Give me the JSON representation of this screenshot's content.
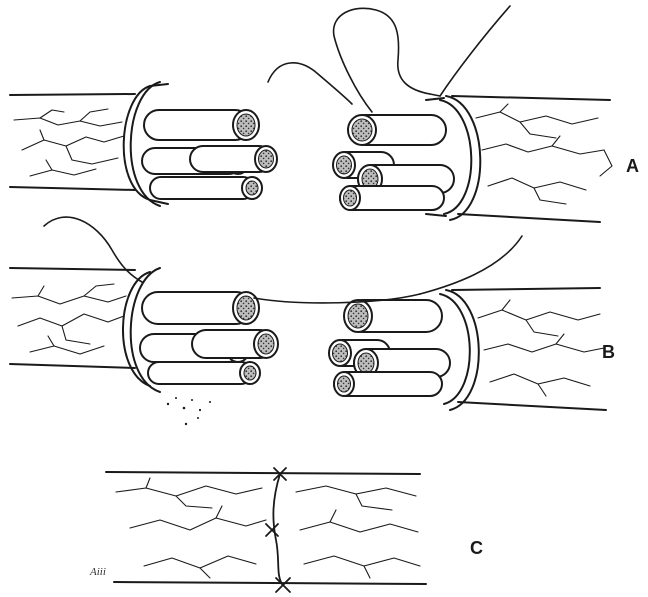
{
  "figure": {
    "labels": {
      "a": "A",
      "b": "B",
      "c": "C"
    },
    "annotation_text": "Aiii"
  },
  "colors": {
    "ink": "#1a1a1a",
    "paper": "#ffffff",
    "fascicle_fill": "#ffffff",
    "core_fill": "#9a9a9a"
  }
}
